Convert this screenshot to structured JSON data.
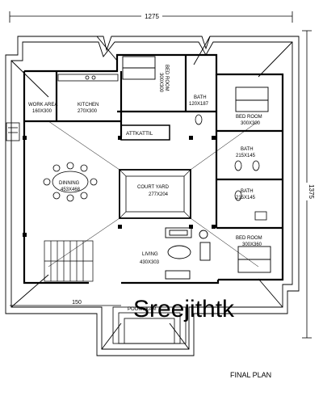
{
  "dimensions": {
    "overall_width": "1275",
    "overall_depth": "1375",
    "sitout_width": "150"
  },
  "rooms": {
    "work_area": {
      "name": "WORK AREA",
      "size": "160X300"
    },
    "kitchen": {
      "name": "KITCHEN",
      "size": "270X300"
    },
    "bedroom_top": {
      "name": "BED ROOM",
      "size": "300X300"
    },
    "bedroom_small": {
      "name": "BED ROOM",
      "size": "300X300"
    },
    "bath_top": {
      "name": "BATH",
      "size": "120X187"
    },
    "attkattil": {
      "name": "ATTKATTIL"
    },
    "dinning": {
      "name": "DINNING",
      "size": "453X468"
    },
    "court_yard": {
      "name": "COURT YARD",
      "size": "277X204"
    },
    "bath_mid1": {
      "name": "BATH",
      "size": "215X145"
    },
    "bath_mid2": {
      "name": "BATH",
      "size": "215X145"
    },
    "bedroom_right": {
      "name": "BED ROOM",
      "size": "300X360"
    },
    "living": {
      "name": "LIVING",
      "size": "430X303"
    },
    "poomukam": {
      "name": "POOMUKAM"
    }
  },
  "watermark": "Sreejithtk",
  "caption": "FINAL PLAN"
}
